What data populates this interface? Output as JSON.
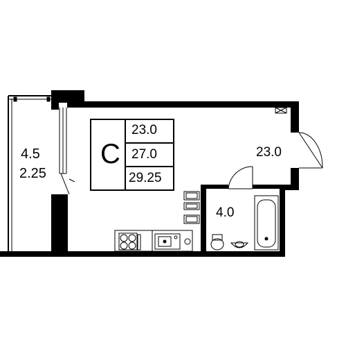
{
  "apartment": {
    "type_letter": "C",
    "areas": [
      "23.0",
      "27.0",
      "29.25"
    ]
  },
  "rooms": {
    "main_room_area": "23.0",
    "bathroom_area": "4.0"
  },
  "balcony": {
    "area": "4.5",
    "reduced_area": "2.25"
  }
}
